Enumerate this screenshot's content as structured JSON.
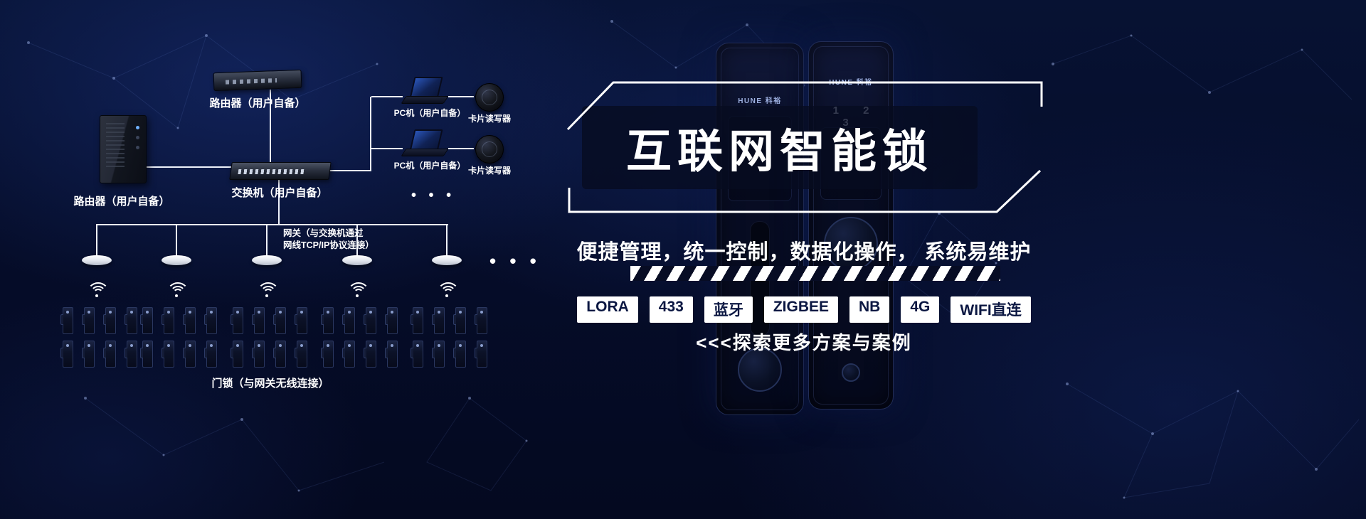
{
  "colors": {
    "background": "#050c28",
    "line": "#eef2fb",
    "tag_background": "#ffffff",
    "tag_text": "#0b1742"
  },
  "diagram": {
    "router_label": "路由器（用户自备）",
    "server_label": "路由器（用户自备）",
    "switch_label": "交换机（用户自备）",
    "pc1_label": "PC机（用户自备）",
    "pc2_label": "PC机（用户自备）",
    "card_reader1_label": "卡片读写器",
    "card_reader2_label": "卡片读写器",
    "gateway_note_line1": "网关（与交换机通过",
    "gateway_note_line2": "网线TCP/IP协议连接）",
    "door_locks_label": "门锁（与网关无线连接）",
    "pc_ellipsis": "• • •",
    "gateway_ellipsis": "• • •"
  },
  "product": {
    "brand_left": "HUNE 科裕",
    "brand_right": "HUNE 科裕",
    "keypad_digits": "1 2 3"
  },
  "panel": {
    "title": "互联网智能锁",
    "subtitle": "便捷管理，统一控制，数据化操作， 系统易维护",
    "tags": [
      "LORA",
      "433",
      "蓝牙",
      "ZIGBEE",
      "NB",
      "4G",
      "WIFI直连"
    ],
    "cta": "<<<探索更多方案与案例"
  }
}
